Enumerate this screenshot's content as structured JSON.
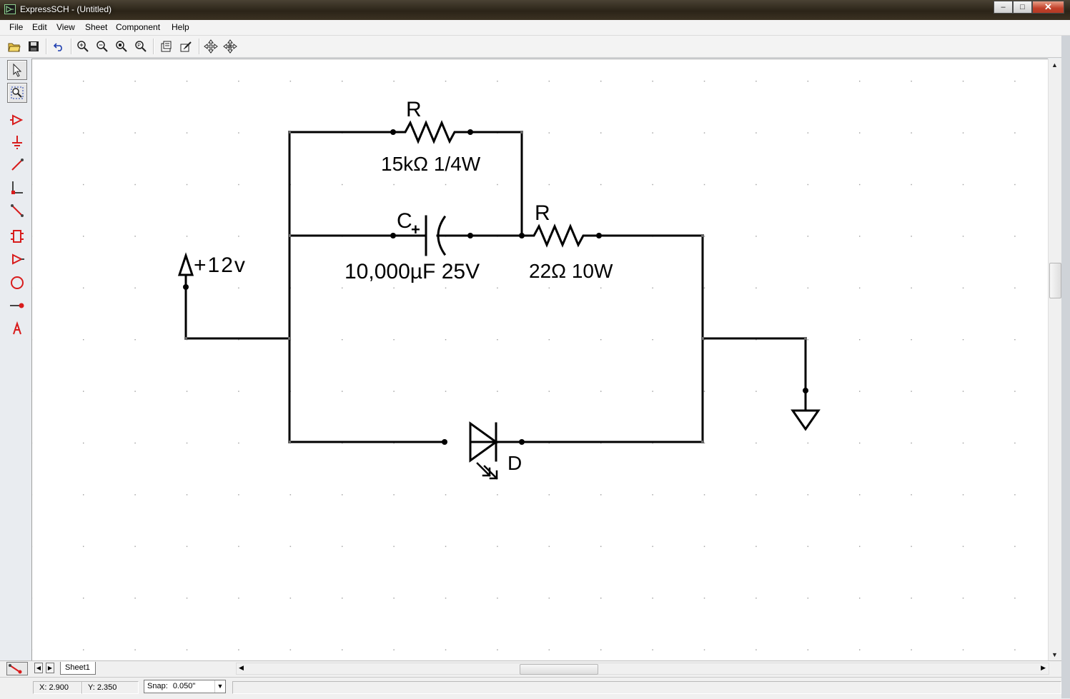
{
  "window": {
    "title": "ExpressSCH - (Untitled)",
    "minimize": "‒",
    "maximize": "□",
    "close": "✕"
  },
  "menu": [
    "File",
    "Edit",
    "View",
    "Sheet",
    "Component",
    "Help"
  ],
  "toolbar_icons": [
    "open-icon",
    "save-icon",
    "undo-icon",
    "zoom-in-icon",
    "zoom-out-icon",
    "zoom-fit-icon",
    "zoom-page-icon",
    "properties-icon",
    "edit-component-icon",
    "pan-icon",
    "move-icon"
  ],
  "left_tools": [
    "select-tool-icon",
    "zoom-select-icon",
    "input-port-icon",
    "ground-icon",
    "wire-icon",
    "bus-icon",
    "line-icon",
    "component-icon",
    "output-port-icon",
    "circle-icon",
    "junction-icon",
    "text-icon"
  ],
  "schematic": {
    "r1_ref": "R",
    "r1_value": "15kΩ 1/4W",
    "c1_ref": "C",
    "c1_value": "10,000µF 25V",
    "r2_ref": "R",
    "r2_value": "22Ω 10W",
    "power_label": "+12v",
    "diode_ref": "D"
  },
  "colors": {
    "tool_red": "#d81c1c",
    "wire": "#000000",
    "grid_dot": "#9a9a9a"
  },
  "sheet_tab": "Sheet1",
  "status": {
    "x": "X: 2.900",
    "y": "Y: 2.350",
    "snap_label": "Snap:",
    "snap_value": "0.050\""
  }
}
